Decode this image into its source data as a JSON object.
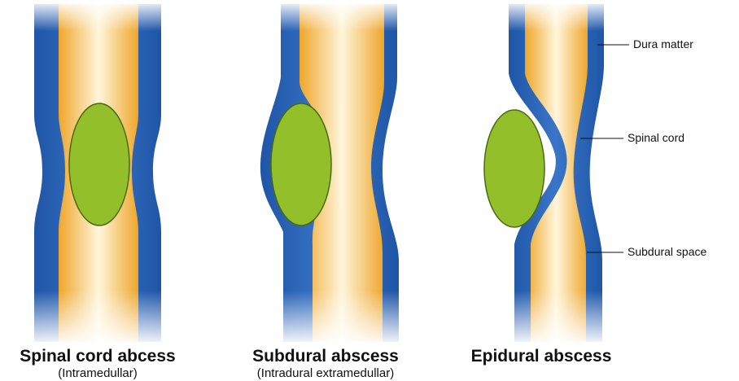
{
  "panels": [
    {
      "title": "Spinal cord abcess",
      "subtitle": "(Intramedullar)"
    },
    {
      "title": "Subdural abscess",
      "subtitle": "(Intradural extramedullar)"
    },
    {
      "title": "Epidural abscess",
      "subtitle": ""
    }
  ],
  "labels": {
    "dura": "Dura matter",
    "cord": "Spinal cord",
    "subdural": "Subdural space"
  },
  "colors": {
    "dura": "#2b63b4",
    "cord_edge": "#f0ac2e",
    "cord_center": "#fff6dc",
    "abscess": "#93c02a",
    "abscess_stroke": "#4a6a10"
  }
}
